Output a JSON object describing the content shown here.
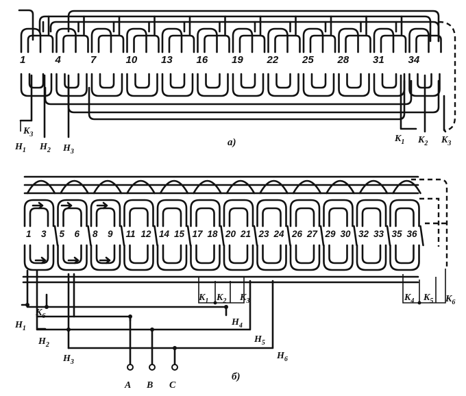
{
  "diagram_a": {
    "caption": "а)",
    "slot_numbers": [
      "1",
      "4",
      "7",
      "10",
      "13",
      "16",
      "19",
      "22",
      "25",
      "28",
      "31",
      "34"
    ],
    "leads": {
      "H1": [
        "H",
        "1"
      ],
      "H2": [
        "H",
        "2"
      ],
      "H3": [
        "H",
        "3"
      ],
      "K1": [
        "K",
        "1"
      ],
      "K2": [
        "K",
        "2"
      ],
      "K3": [
        "K",
        "3"
      ],
      "K3_left": [
        "K",
        "3"
      ]
    }
  },
  "diagram_b": {
    "caption": "б)",
    "slot_numbers": [
      "1",
      "3",
      "5",
      "6",
      "8",
      "9",
      "11",
      "12",
      "14",
      "15",
      "17",
      "18",
      "20",
      "21",
      "23",
      "24",
      "26",
      "27",
      "29",
      "30",
      "32",
      "33",
      "35",
      "36"
    ],
    "leads": {
      "H1": [
        "H",
        "1"
      ],
      "H2": [
        "H",
        "2"
      ],
      "H3": [
        "H",
        "3"
      ],
      "H4": [
        "H",
        "4"
      ],
      "H5": [
        "H",
        "5"
      ],
      "H6": [
        "H",
        "6"
      ],
      "K1": [
        "K",
        "1"
      ],
      "K2": [
        "K",
        "2"
      ],
      "K3": [
        "K",
        "3"
      ],
      "K4": [
        "K",
        "4"
      ],
      "K5": [
        "K",
        "5"
      ],
      "K6": [
        "K",
        "6"
      ],
      "K6_left": [
        "K",
        "6"
      ]
    },
    "terminals": [
      "A",
      "B",
      "C"
    ]
  }
}
